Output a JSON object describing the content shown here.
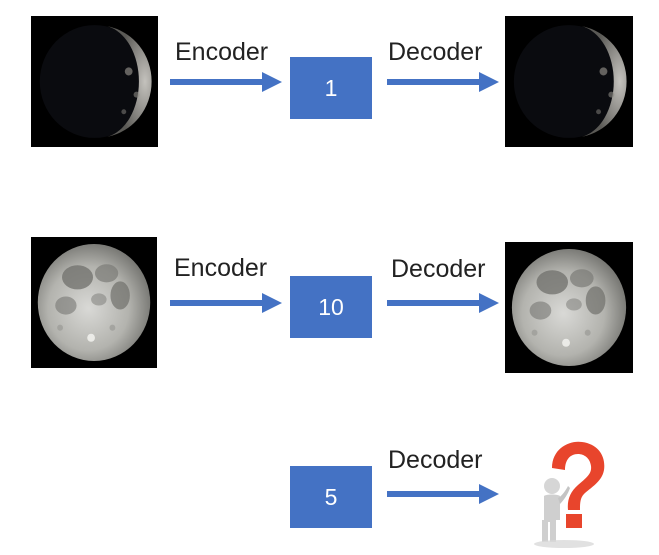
{
  "rows": [
    {
      "encoder_label": "Encoder",
      "code": "1",
      "decoder_label": "Decoder",
      "input_image": "crescent-moon",
      "output_image": "crescent-moon"
    },
    {
      "encoder_label": "Encoder",
      "code": "10",
      "decoder_label": "Decoder",
      "input_image": "full-moon",
      "output_image": "full-moon"
    },
    {
      "code": "5",
      "decoder_label": "Decoder",
      "output_image": "question-mark-figure"
    }
  ],
  "colors": {
    "box": "#4472c4",
    "arrow": "#4472c4",
    "question": "#e8452c"
  }
}
